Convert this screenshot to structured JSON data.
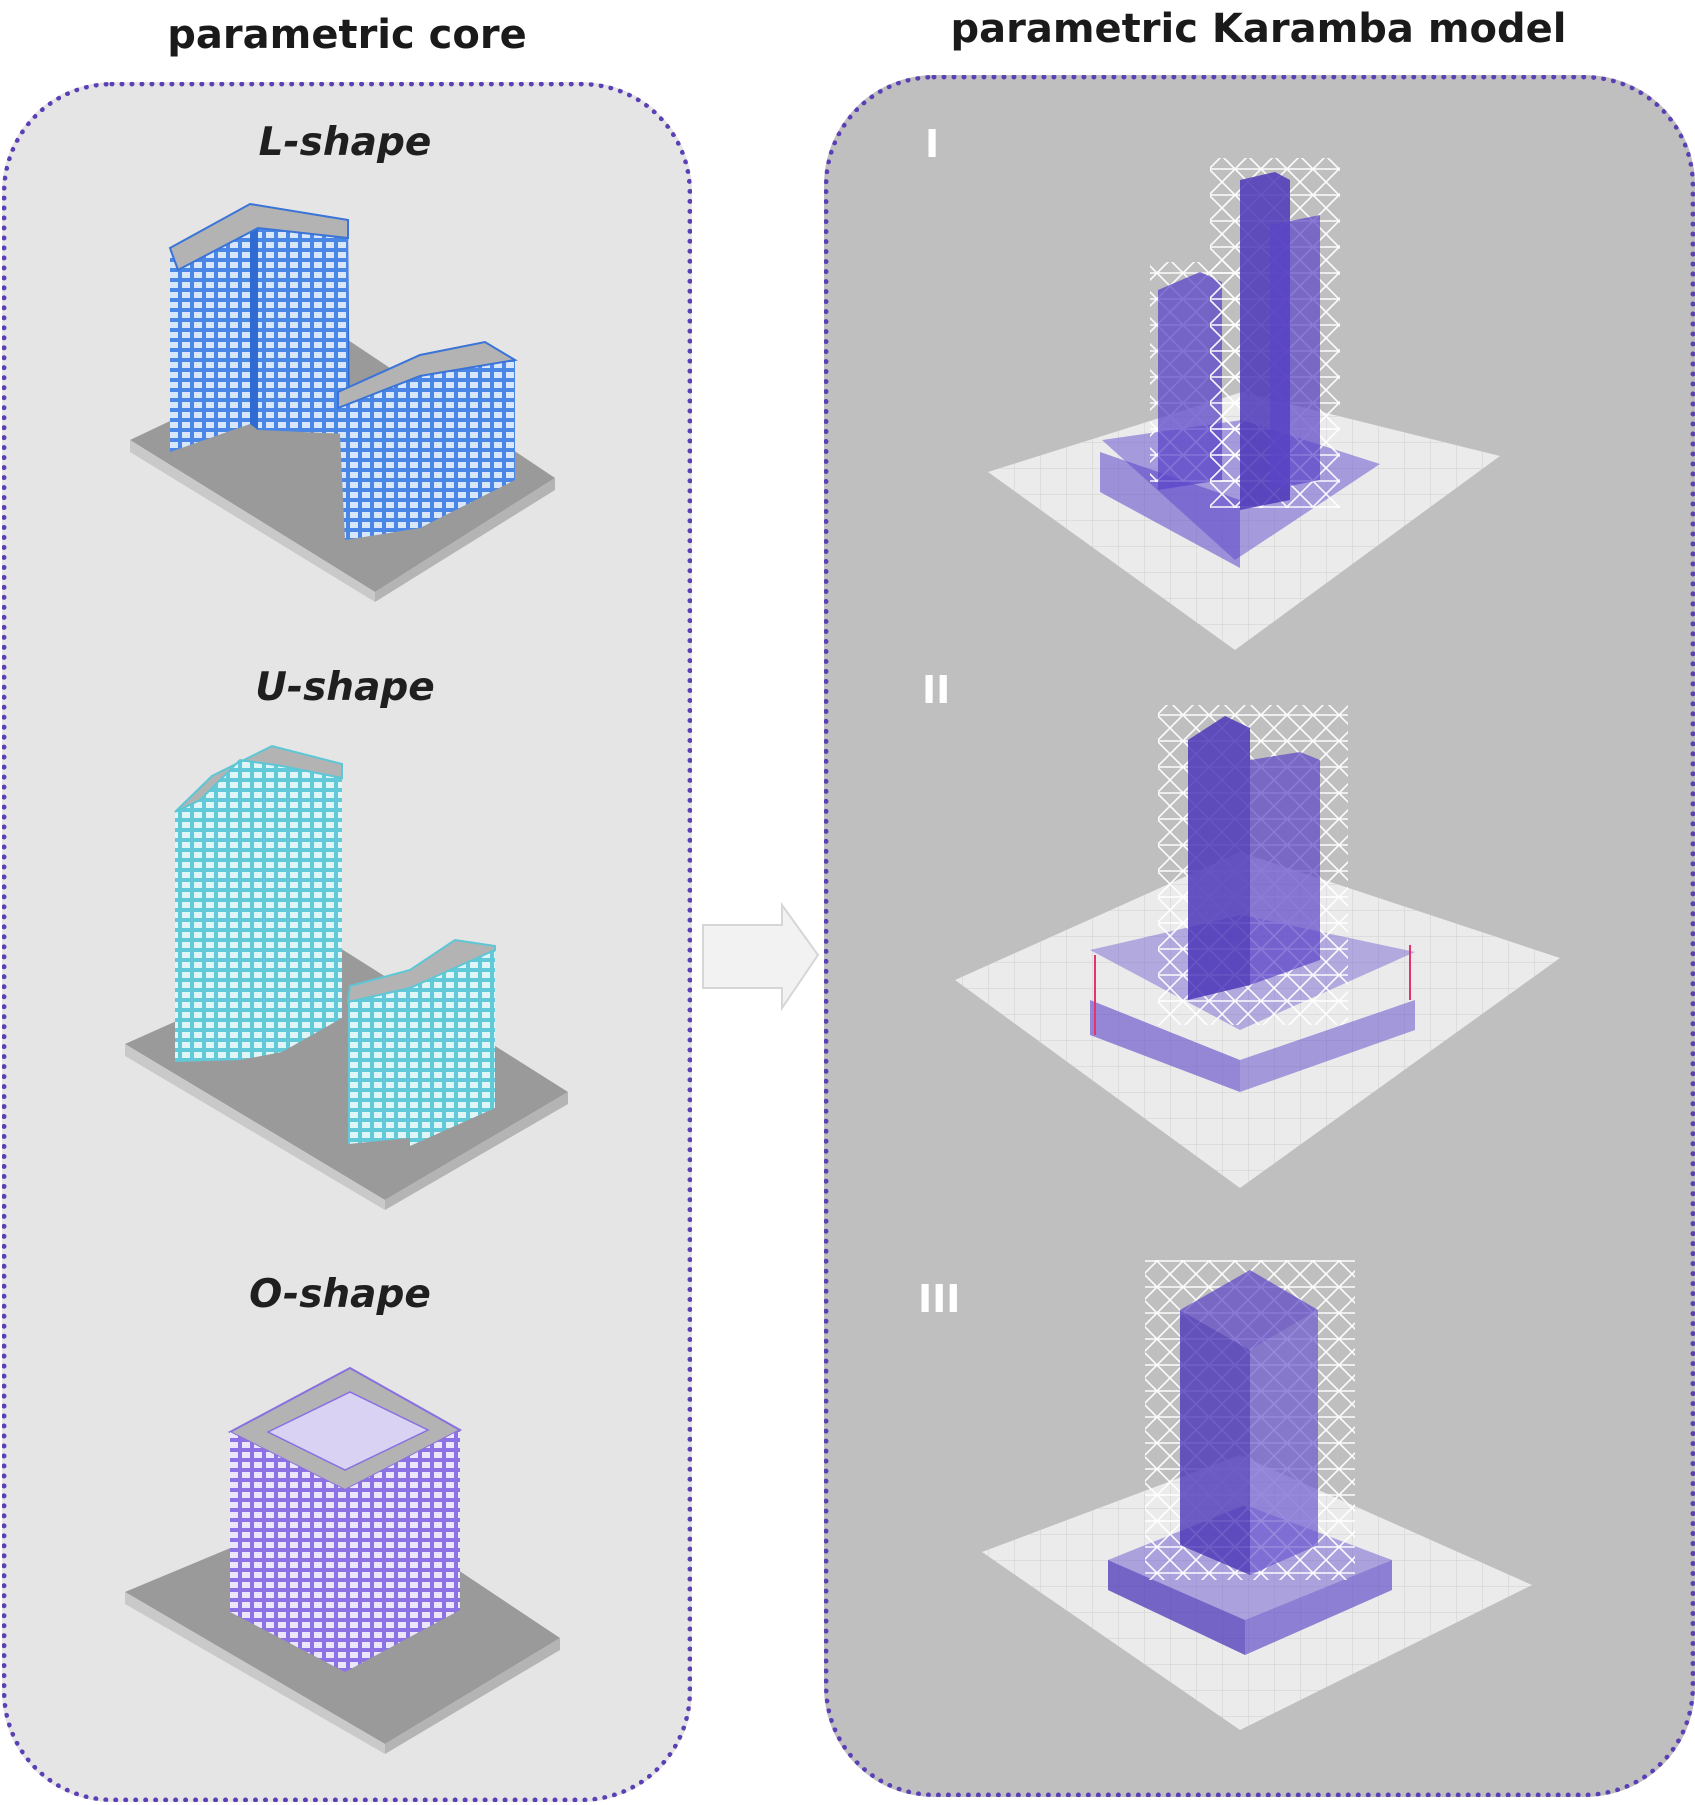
{
  "titles": {
    "left": "parametric core",
    "right": "parametric Karamba model"
  },
  "core_shapes": [
    {
      "label": "L-shape"
    },
    {
      "label": "U-shape"
    },
    {
      "label": "O-shape"
    }
  ],
  "karamba_models": [
    {
      "label": "I"
    },
    {
      "label": "II"
    },
    {
      "label": "III"
    }
  ],
  "colors": {
    "accent_border": "#5a3fb5",
    "left_panel_bg": "#e5e5e5",
    "right_panel_bg": "#bfbfbf",
    "l_shape_facade": "#3f7ee0",
    "u_shape_facade": "#5ecbd8",
    "o_shape_facade": "#8a6fe0",
    "karamba_core": "#5b45c8",
    "arrow": "#f2f2f2"
  },
  "icons": {
    "flow_arrow": "right-arrow-icon"
  }
}
